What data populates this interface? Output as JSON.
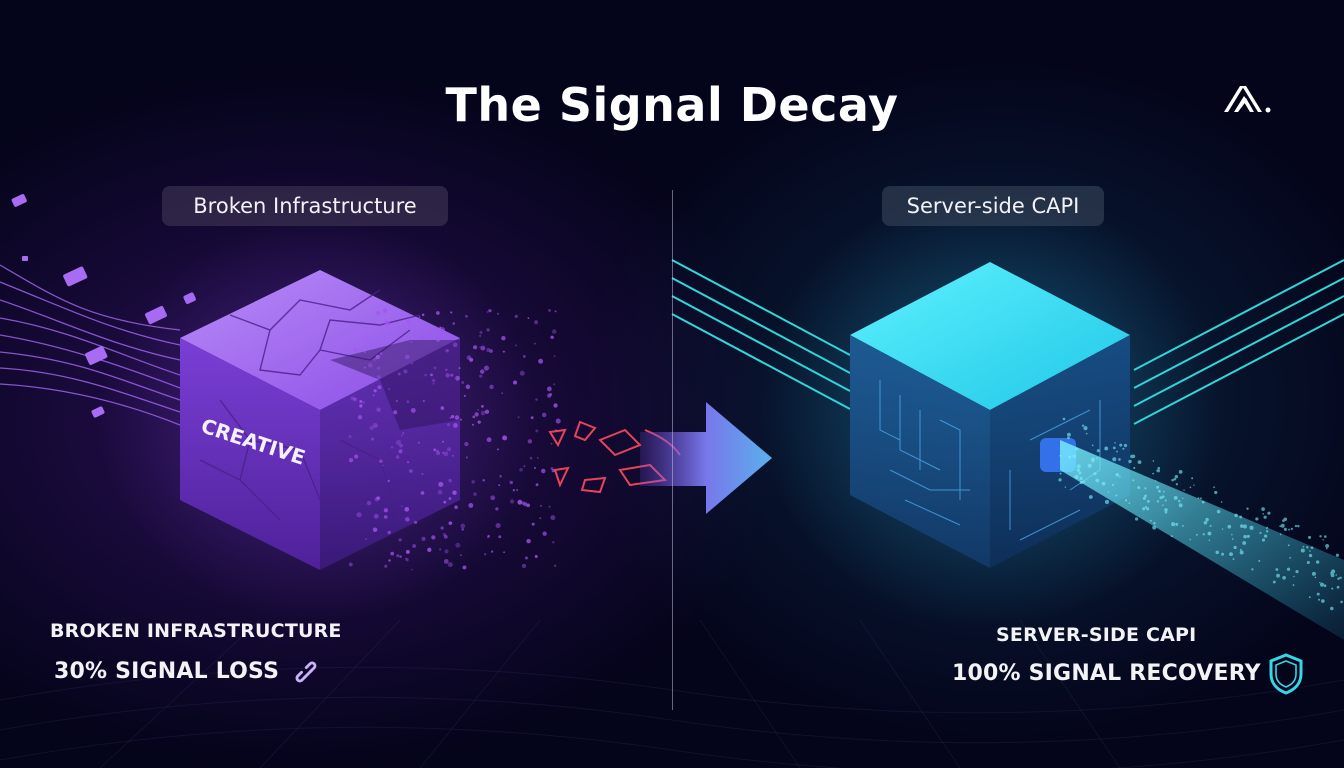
{
  "header": {
    "title": "The Signal Decay",
    "logo_icon": "brand-a-logo-icon"
  },
  "left_panel": {
    "badge_label": "Broken Infrastructure",
    "cube_label": "CREATIVE",
    "caption_title": "BROKEN INFRASTRUCTURE",
    "caption_stat": "30% SIGNAL LOSS",
    "stat_icon": "broken-link-icon",
    "accent_color": "#9b5cf0"
  },
  "right_panel": {
    "badge_label": "Server-side CAPI",
    "caption_title": "SERVER-SIDE CAPI",
    "caption_stat": "100% SIGNAL RECOVERY",
    "stat_icon": "shield-icon",
    "accent_color": "#35d6e8"
  },
  "transition": {
    "arrow_icon": "arrow-right-icon",
    "broken_signal_color": "#ff4a5e"
  }
}
